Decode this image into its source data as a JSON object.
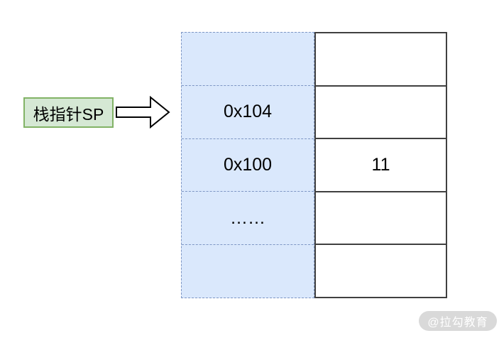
{
  "pointer": {
    "label": "栈指针SP"
  },
  "memory": {
    "rows": [
      {
        "address": "",
        "value": ""
      },
      {
        "address": "0x104",
        "value": ""
      },
      {
        "address": "0x100",
        "value": "11"
      },
      {
        "address": "……",
        "value": ""
      },
      {
        "address": "",
        "value": ""
      }
    ]
  },
  "watermark": {
    "text": "@拉勾教育"
  },
  "colors": {
    "label_fill": "#d5e8d4",
    "label_border": "#82b366",
    "address_column_fill": "#dae8fc",
    "address_column_border": "#7e96c4",
    "value_column_border": "#404040",
    "arrow_stroke": "#000000",
    "watermark_bg": "#d9d9d9",
    "watermark_text": "#ffffff"
  },
  "icons": {
    "pointer_arrow": "block-arrow-right-icon"
  }
}
